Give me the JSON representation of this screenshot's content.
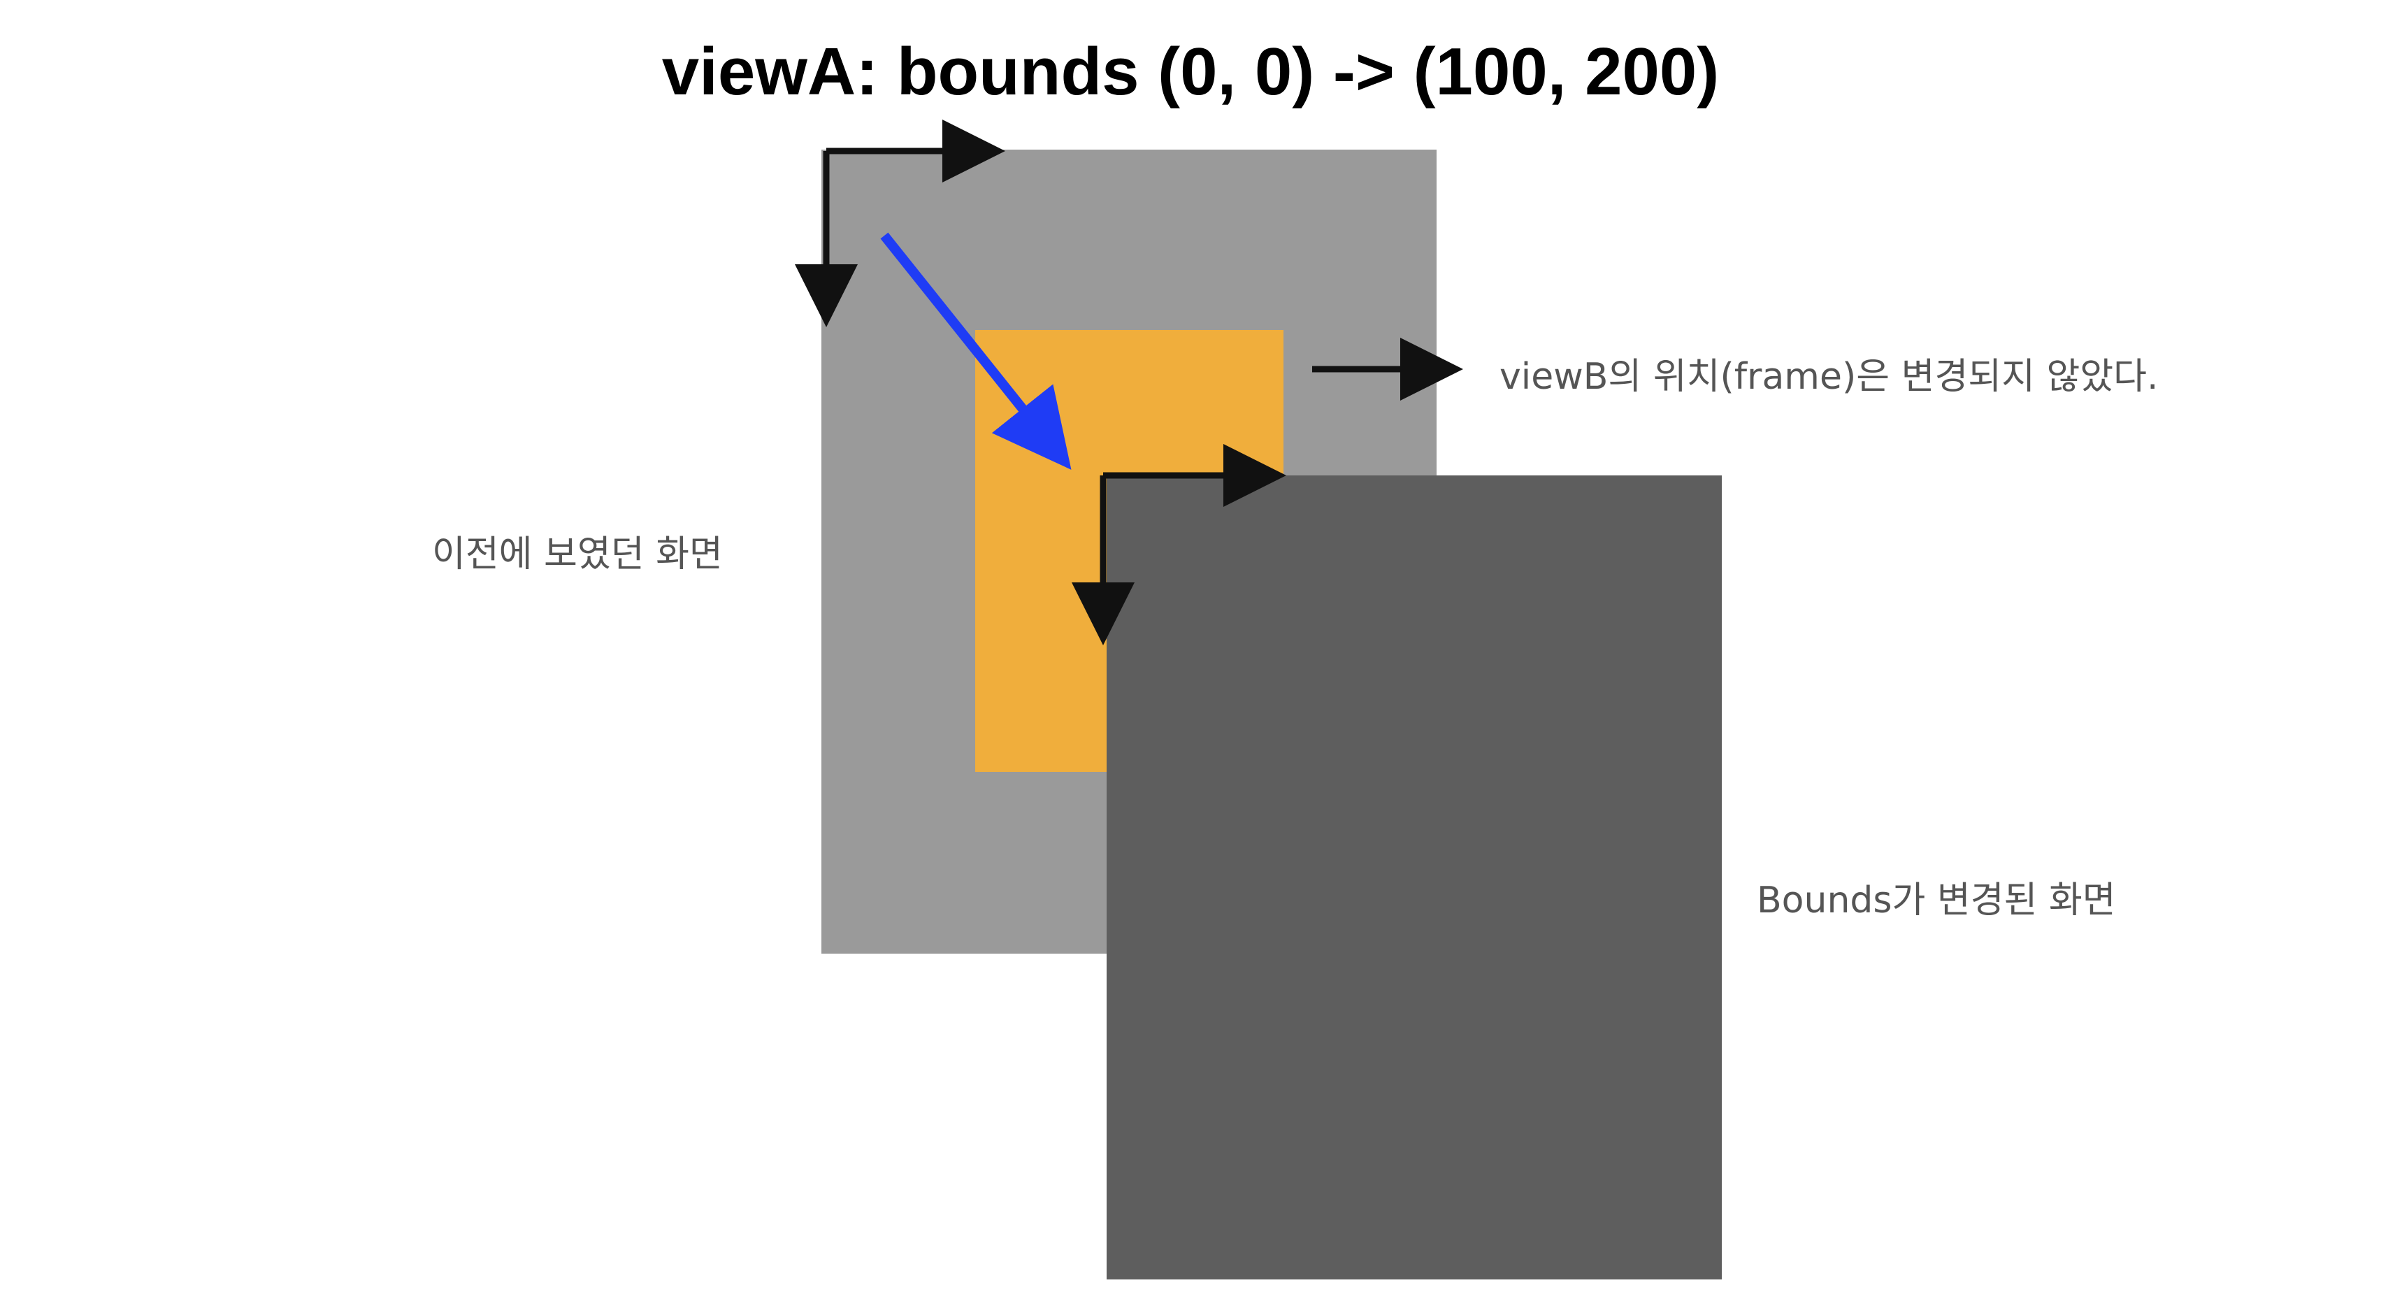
{
  "title": "viewA: bounds (0, 0) -> (100, 200)",
  "labels": {
    "previous_screen": "이전에 보였던 화면",
    "bounds_changed_screen": "Bounds가 변경된 화면",
    "frame_unchanged_note": "viewB의 위치(frame)은 변경되지 않았다."
  },
  "colors": {
    "previous_view": "#9a9a9a",
    "bounds_view": "#5e5e5e",
    "view_b": "#f0ae3c",
    "move_arrow": "#1f3cf5",
    "axis_arrow": "#111111"
  }
}
